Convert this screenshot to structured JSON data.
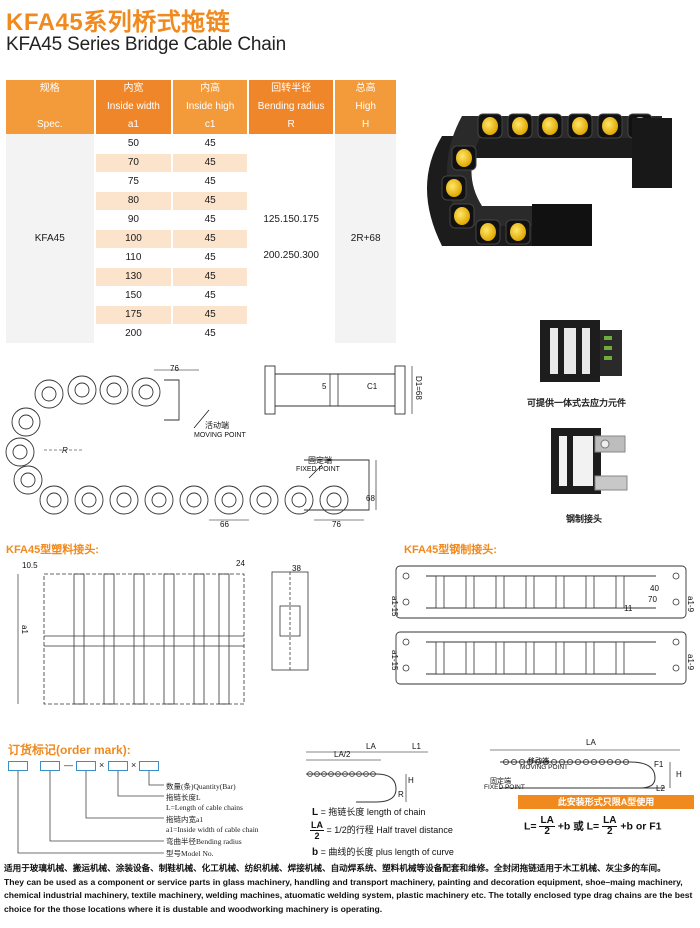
{
  "title": {
    "cn": "KFA45系列桥式拖链",
    "en": "KFA45 Series Bridge Cable Chain"
  },
  "colors": {
    "accent": "#f08a1e",
    "header": "#f39a3a",
    "row_alt": "#fbe3cc",
    "box_border": "#3a8fc9"
  },
  "spec_table": {
    "headers": [
      {
        "cn": "规格",
        "en": "",
        "sym": "Spec."
      },
      {
        "cn": "内宽",
        "en": "Inside width",
        "sym": "a1"
      },
      {
        "cn": "内高",
        "en": "Inside high",
        "sym": "c1"
      },
      {
        "cn": "回转半径",
        "en": "Bending radius",
        "sym": "R"
      },
      {
        "cn": "总高",
        "en": "High",
        "sym": "H"
      }
    ],
    "spec": "KFA45",
    "widths": [
      "50",
      "70",
      "75",
      "80",
      "90",
      "100",
      "110",
      "130",
      "150",
      "175",
      "200"
    ],
    "inside_high": "45",
    "bending_radius_1": "125.150.175",
    "bending_radius_2": "200.250.300",
    "high": "2R+68"
  },
  "captions": {
    "integrated_stress": "可提供一体式去应力元件",
    "steel_joint": "钢制接头"
  },
  "drawing_labels": {
    "moving_point_cn": "活动端",
    "moving_point_en": "MOVING POINT",
    "fixed_point_cn": "固定端",
    "fixed_point_en": "FIXED POINT",
    "dim_76": "76",
    "dim_66": "66",
    "dim_68": "68",
    "dim_r": "R",
    "dim_c1": "C1",
    "dim_d1": "D1=68",
    "dim_5": "5"
  },
  "sections": {
    "plastic_joint": "KFA45型塑料接头:",
    "steel_joint": "KFA45型钢制接头:"
  },
  "joint_labels": {
    "d105": "10.5",
    "d24": "24",
    "d38": "38",
    "a1_label": "a1",
    "a1_15": "a1-15",
    "a1_9": "a1-9",
    "d40": "40",
    "d70": "70",
    "d11": "11"
  },
  "order": {
    "title": "订货标记(order mark):",
    "items": [
      "数量(条)Quantity(Bar)",
      "拖链长度L",
      "L=Length of cable chains",
      "拖链内宽a1",
      "a1=Inside width of cable chain",
      "弯曲半径Bending radius",
      "型号Model No."
    ]
  },
  "chain_diagram": {
    "la": "LA",
    "la2": "LA/2",
    "l1": "L1",
    "h": "H",
    "r": "R",
    "f1": "F1",
    "l2": "L2",
    "moving_cn": "移动端",
    "moving_en": "MOVING POINT",
    "fixed_cn": "固定端",
    "fixed_en": "FIXED POINT"
  },
  "legend": {
    "l_sym": "L",
    "l_text": "= 拖链长度  length of chain",
    "la_num": "LA",
    "la_den": "2",
    "la_text": "= 1/2的行程  Half travel distance",
    "b_sym": "b",
    "b_text": "= 曲线的长度  plus length of curve"
  },
  "banner": "此安装形式只限A型使用",
  "formula": {
    "l_eq": "L=",
    "num": "LA",
    "den": "2",
    "mid": "+b 或 L=",
    "end": "+b or F1"
  },
  "footer": {
    "line1": "适用于玻璃机械、搬运机械、涂装设备、制鞋机械、化工机械、纺织机械、焊接机械、自动焊系统、塑料机械等设备配套和维修。全封闭拖链适用于木工机械、灰尘多的车间。",
    "line2": "They can be used as a component or service parts in glass machinery, handling and transport machinery, painting and decoration equipment, shoe–maing machinery, chemical industrial machinery, textile machinery, welding machines, atuomatic welding system, plastic machinery etc. The totally enclosed type drag chains are the best choice for the those locations where it is dustable and woodworking machinery is operating."
  }
}
